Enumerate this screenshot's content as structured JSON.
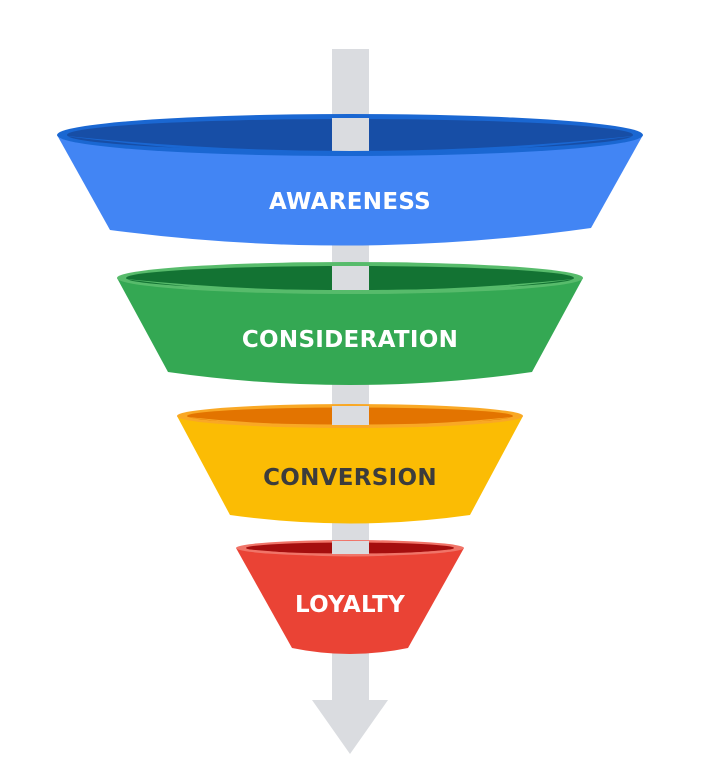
{
  "title": "Marketing funnel",
  "arrow": {
    "color": "#dadce0",
    "direction": "down"
  },
  "stages": [
    {
      "label": "AWARENESS",
      "body": "#4285f4",
      "rim": "#1a67d2",
      "inner": "#174ea6",
      "text": "#ffffff"
    },
    {
      "label": "CONSIDERATION",
      "body": "#34a853",
      "rim": "#57bb6b",
      "inner": "#137333",
      "text": "#ffffff"
    },
    {
      "label": "CONVERSION",
      "body": "#fbbc04",
      "rim": "#f9a825",
      "inner": "#e37400",
      "text": "#3c3c3c"
    },
    {
      "label": "LOYALTY",
      "body": "#ea4335",
      "rim": "#f07468",
      "inner": "#a50e0e",
      "text": "#ffffff"
    }
  ]
}
